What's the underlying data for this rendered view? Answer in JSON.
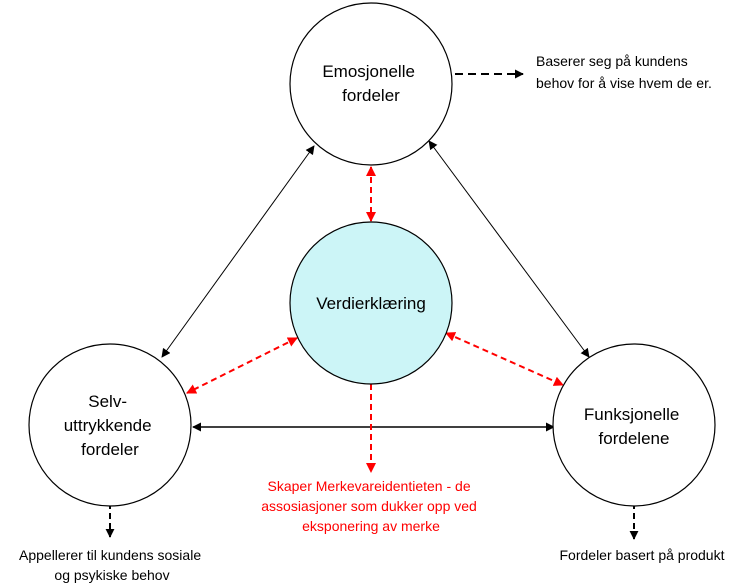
{
  "nodes": {
    "emotional": {
      "lines": [
        "Emosjonelle",
        "fordeler"
      ]
    },
    "value": {
      "lines": [
        "Verdierklæring"
      ]
    },
    "self": {
      "lines": [
        "Selv-",
        "uttrykkende",
        "fordeler"
      ]
    },
    "functional": {
      "lines": [
        "Funksjonelle",
        "fordelene"
      ]
    }
  },
  "notes": {
    "emotional": [
      "Baserer seg på kundens",
      "behov for å vise hvem de er."
    ],
    "self": [
      "Appellerer til kundens sosiale",
      "og psykiske behov"
    ],
    "functional": [
      "Fordeler basert på produkt"
    ],
    "value": [
      "Skaper Merkevareidentieten - de",
      "assosiasjoner som dukker opp ved",
      "eksponering av merke"
    ]
  },
  "colors": {
    "node_fill": "#ffffff",
    "center_fill": "#ccf5f7",
    "stroke": "#000000",
    "accent_red": "#ff0000"
  }
}
